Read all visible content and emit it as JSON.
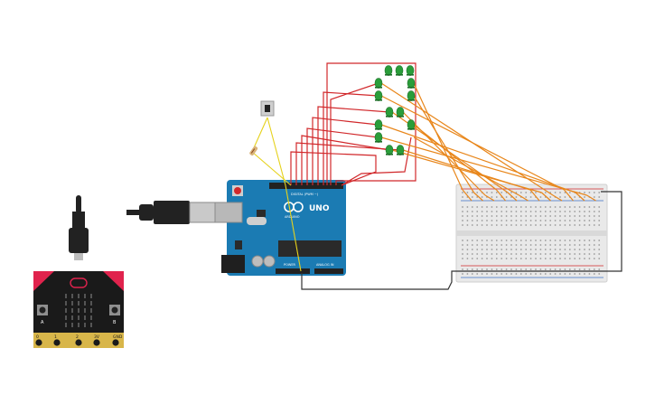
{
  "arduino": {
    "brand": "UNO",
    "maker": "ARDUINO",
    "digital_label": "DIGITAL (PWM ~)",
    "power_label": "POWER",
    "analog_label": "ANALOG IN"
  },
  "microbit": {
    "button_a": "A",
    "button_b": "B",
    "pins": [
      "0",
      "1",
      "2",
      "3V",
      "GND"
    ]
  },
  "colors": {
    "wire_red": "#d1282b",
    "wire_orange": "#e8861a",
    "wire_black": "#333333",
    "wire_yellow": "#e6d21c",
    "board_blue": "#1b7bb3",
    "led_green": "#2a9d3a",
    "microbit_black": "#1a1a1a",
    "microbit_red": "#e0234d",
    "pin_gold": "#d8b64a"
  },
  "components": {
    "led_count": 14,
    "has_pushbutton": true,
    "has_resistor": true,
    "has_usb_cable": true,
    "has_breadboard": true
  }
}
